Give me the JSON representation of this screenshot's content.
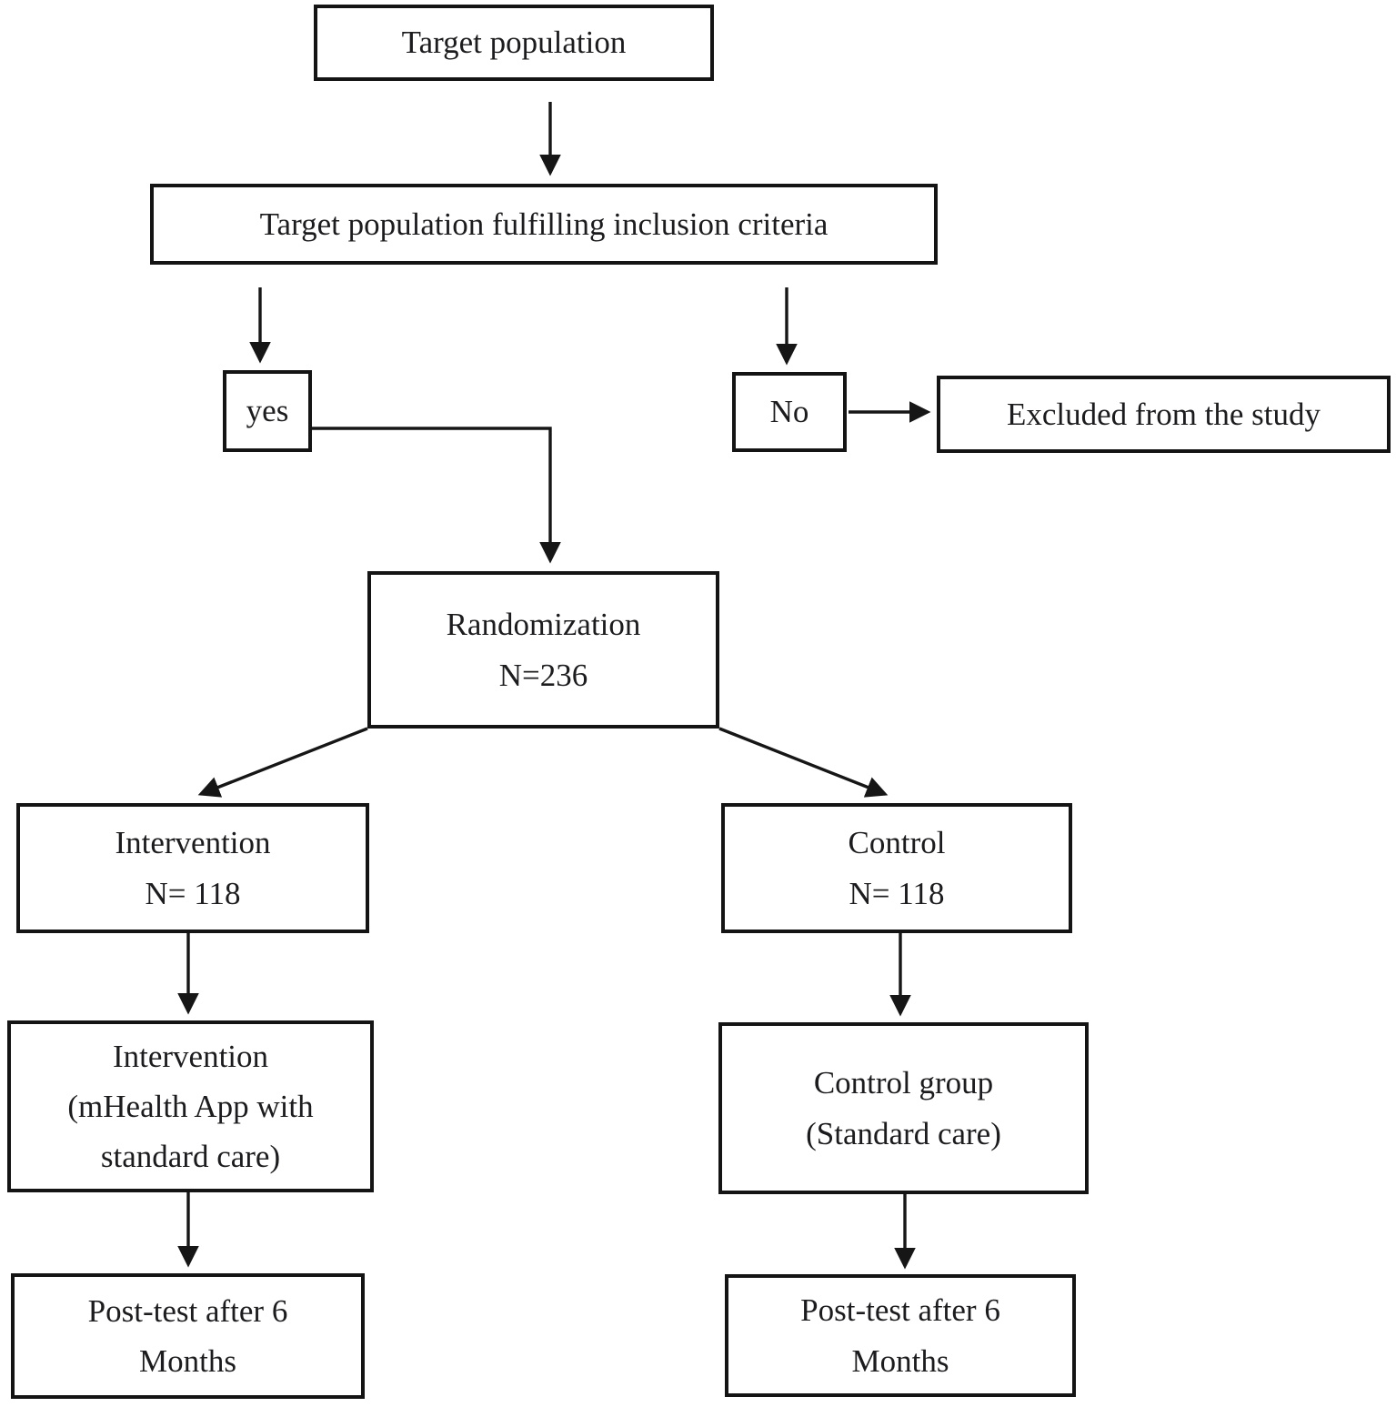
{
  "title": "Study enrollment flowchart",
  "colors": {
    "ink": "#1c1c1e",
    "line": "#161616",
    "background": "#ffffff"
  },
  "nodes": {
    "target_population": {
      "lines": [
        "Target population"
      ]
    },
    "inclusion_criteria": {
      "lines": [
        "Target population fulfilling inclusion criteria"
      ]
    },
    "yes": {
      "lines": [
        "yes"
      ]
    },
    "no": {
      "lines": [
        "No"
      ]
    },
    "excluded": {
      "lines": [
        "Excluded from the study"
      ]
    },
    "randomization": {
      "lines": [
        "Randomization",
        "N=236"
      ]
    },
    "intervention": {
      "lines": [
        "Intervention",
        "N= 118"
      ]
    },
    "control": {
      "lines": [
        "Control",
        "N= 118"
      ]
    },
    "intervention_detail": {
      "lines": [
        "Intervention",
        "(mHealth App with",
        "standard care)"
      ]
    },
    "control_detail": {
      "lines": [
        "Control group",
        "(Standard care)"
      ]
    },
    "posttest_intervention": {
      "lines": [
        "Post-test after 6",
        "Months"
      ]
    },
    "posttest_control": {
      "lines": [
        "Post-test after 6",
        "Months"
      ]
    }
  },
  "flow": {
    "edges": [
      {
        "from": "target_population",
        "to": "inclusion_criteria"
      },
      {
        "from": "inclusion_criteria",
        "to": "yes"
      },
      {
        "from": "inclusion_criteria",
        "to": "no"
      },
      {
        "from": "no",
        "to": "excluded"
      },
      {
        "from": "yes",
        "to": "randomization"
      },
      {
        "from": "randomization",
        "to": "intervention"
      },
      {
        "from": "randomization",
        "to": "control"
      },
      {
        "from": "intervention",
        "to": "intervention_detail"
      },
      {
        "from": "control",
        "to": "control_detail"
      },
      {
        "from": "intervention_detail",
        "to": "posttest_intervention"
      },
      {
        "from": "control_detail",
        "to": "posttest_control"
      }
    ]
  }
}
